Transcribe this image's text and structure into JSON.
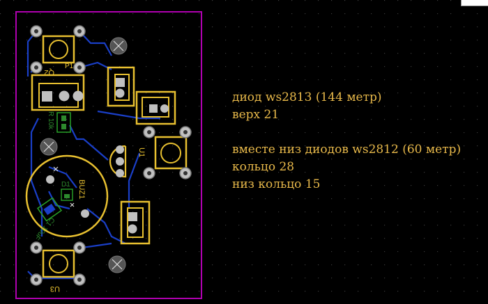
{
  "notes": {
    "line1": "диод ws2813 (144 метр)",
    "line2": "верх 21",
    "line3": "",
    "line4": "вместе низ диодов ws2812 (60 метр)",
    "line5": "кольцо 28",
    "line6": "низ кольцо 15"
  },
  "silkscreen": {
    "p1": "P1",
    "q2": "Q2",
    "u1": "U1",
    "buz1": "BUZ1",
    "u3": "U3",
    "r10k": "R 10k",
    "d1": "D1",
    "c1": "C1 10uF",
    "plus": "+"
  },
  "colors": {
    "background": "#000000",
    "board_outline": "#b000b0",
    "silkscreen": "#e8c030",
    "copper_bottom": "#1a3fc8",
    "pad": "#c0c0c0",
    "text": "#e8b94a"
  }
}
